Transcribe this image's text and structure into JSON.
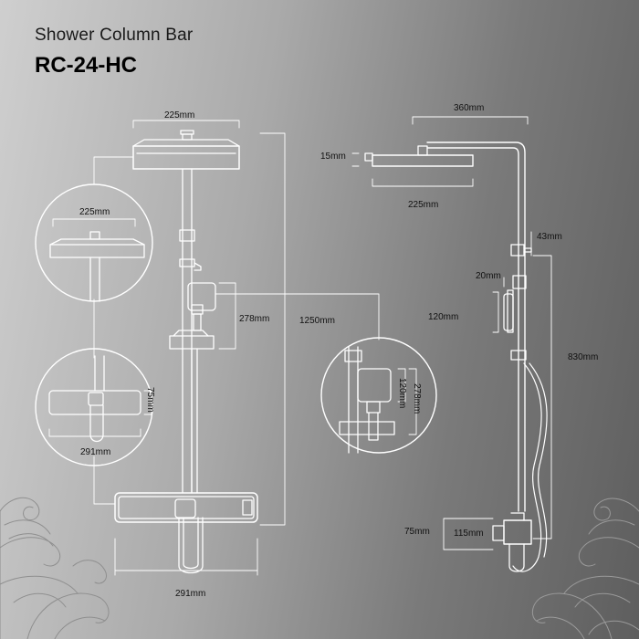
{
  "header": {
    "title": "Shower Column Bar",
    "model": "RC-24-HC"
  },
  "front_view": {
    "head_width": "225mm",
    "detail_head_width": "225mm",
    "holder_height": "278mm",
    "total_height": "1250mm",
    "detail_valve_height": "75mm",
    "detail_valve_width": "291mm",
    "valve_width": "291mm"
  },
  "detail_view": {
    "handset_height": "120mm",
    "holder_height": "278mm"
  },
  "side_view": {
    "arm_length": "360mm",
    "head_thickness": "15mm",
    "head_depth": "225mm",
    "bracket_height": "43mm",
    "holder_offset": "20mm",
    "handset_height": "120mm",
    "riser_height": "830mm",
    "valve_height": "75mm",
    "valve_depth": "115mm"
  },
  "colors": {
    "line": "#ffffff",
    "text": "#111111",
    "bg_light": "#cfcfcf",
    "bg_dark": "#5e5e5e"
  }
}
